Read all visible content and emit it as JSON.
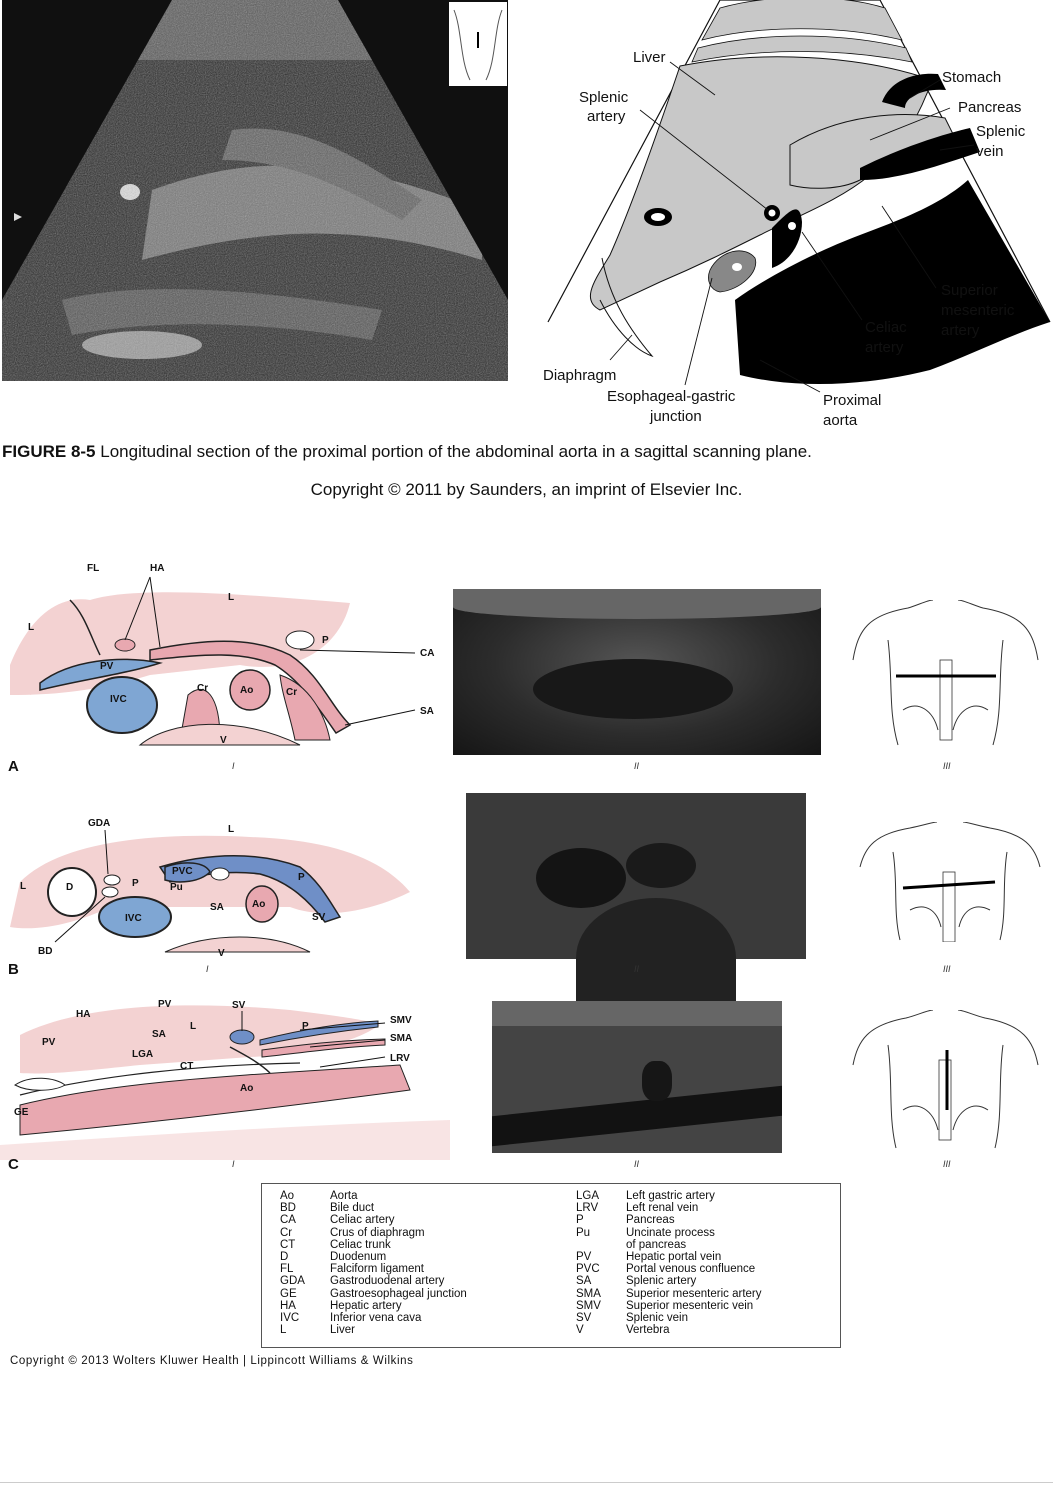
{
  "figure85": {
    "labels": {
      "liver": "Liver",
      "stomach": "Stomach",
      "splenic_artery_1": "Splenic",
      "splenic_artery_2": "artery",
      "pancreas": "Pancreas",
      "splenic_vein_1": "Splenic",
      "splenic_vein_2": "vein",
      "sma_1": "Superior",
      "sma_2": "mesenteric",
      "sma_3": "artery",
      "celiac_1": "Celiac",
      "celiac_2": "artery",
      "diaphragm": "Diaphragm",
      "egj_1": "Esophageal-gastric",
      "egj_2": "junction",
      "aorta_1": "Proximal",
      "aorta_2": "aorta"
    },
    "caption_label": "FIGURE 8-5",
    "caption_text": " Longitudinal section of the proximal portion of the abdominal aorta in a sagittal scanning plane.",
    "copyright": "Copyright © 2011 by Saunders, an imprint of Elsevier Inc."
  },
  "panels": {
    "A": {
      "letter": "A",
      "labels": {
        "FL": "FL",
        "HA": "HA",
        "L1": "L",
        "L2": "L",
        "P": "P",
        "CA": "CA",
        "PV": "PV",
        "IVC": "IVC",
        "Cr1": "Cr",
        "Ao": "Ao",
        "Cr2": "Cr",
        "SA": "SA",
        "V": "V"
      }
    },
    "B": {
      "letter": "B",
      "labels": {
        "GDA": "GDA",
        "L1": "L",
        "L2": "L",
        "D": "D",
        "P1": "P",
        "PVC": "PVC",
        "Pu": "Pu",
        "P2": "P",
        "SA": "SA",
        "Ao": "Ao",
        "IVC": "IVC",
        "SV": "SV",
        "BD": "BD",
        "V": "V"
      }
    },
    "C": {
      "letter": "C",
      "labels": {
        "PV1": "PV",
        "SV": "SV",
        "HA": "HA",
        "SA": "SA",
        "L": "L",
        "P": "P",
        "SMV": "SMV",
        "PV2": "PV",
        "LGA": "LGA",
        "SMA": "SMA",
        "CT": "CT",
        "LRV": "LRV",
        "Ao": "Ao",
        "GE": "GE"
      }
    },
    "roman": {
      "i": "I",
      "ii": "II",
      "iii": "III"
    }
  },
  "legend": {
    "left": [
      [
        "Ao",
        "Aorta"
      ],
      [
        "BD",
        "Bile duct"
      ],
      [
        "CA",
        "Celiac artery"
      ],
      [
        "Cr",
        "Crus of diaphragm"
      ],
      [
        "CT",
        "Celiac trunk"
      ],
      [
        "D",
        "Duodenum"
      ],
      [
        "FL",
        "Falciform ligament"
      ],
      [
        "GDA",
        "Gastroduodenal artery"
      ],
      [
        "GE",
        "Gastroesophageal junction"
      ],
      [
        "HA",
        "Hepatic artery"
      ],
      [
        "IVC",
        "Inferior vena cava"
      ],
      [
        "L",
        "Liver"
      ]
    ],
    "right": [
      [
        "LGA",
        "Left gastric artery"
      ],
      [
        "LRV",
        "Left renal vein"
      ],
      [
        "P",
        "Pancreas"
      ],
      [
        "Pu",
        "Uncinate process"
      ],
      [
        "",
        "of pancreas"
      ],
      [
        "PV",
        "Hepatic portal vein"
      ],
      [
        "PVC",
        "Portal venous confluence"
      ],
      [
        "SA",
        "Splenic artery"
      ],
      [
        "SMA",
        "Superior mesenteric artery"
      ],
      [
        "SMV",
        "Superior mesenteric vein"
      ],
      [
        "SV",
        "Splenic vein"
      ],
      [
        "V",
        "Vertebra"
      ]
    ]
  },
  "copyright2": "Copyright © 2013 Wolters Kluwer Health | Lippincott Williams & Wilkins",
  "colors": {
    "liver_gray": "#c8c8c8",
    "vessel_black": "#000000",
    "vein_blue": "#7fa6d3",
    "artery_pink": "#e8a8b0",
    "tissue_pink": "#f3d2d2",
    "us_dark": "#1a1a1a"
  }
}
